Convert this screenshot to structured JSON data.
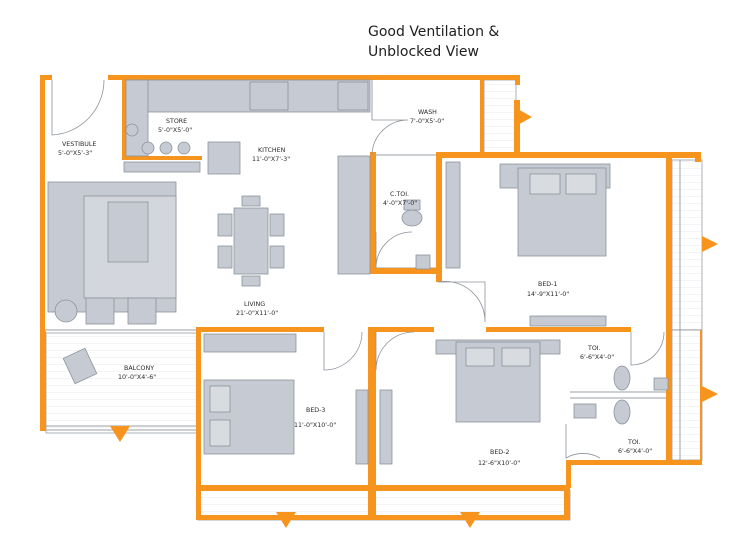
{
  "header": {
    "line1": "Good Ventilation &",
    "line2": "Unblocked View"
  },
  "rooms": {
    "vestibule": {
      "name": "VESTIBULE",
      "size": "5'-0\"X5'-3\""
    },
    "store": {
      "name": "STORE",
      "size": "5'-0\"X5'-0\""
    },
    "kitchen": {
      "name": "KITCHEN",
      "size": "11'-0\"X7'-3\""
    },
    "wash": {
      "name": "WASH",
      "size": "7'-0\"X5'-0\""
    },
    "ctoi": {
      "name": "C.TOI.",
      "size": "4'-0\"X7'-0\""
    },
    "bed1": {
      "name": "BED-1",
      "size": "14'-9\"X11'-0\""
    },
    "living": {
      "name": "LIVING",
      "size": "21'-0\"X11'-0\""
    },
    "balcony": {
      "name": "BALCONY",
      "size": "10'-0\"X4'-6\""
    },
    "bed3": {
      "name": "BED-3",
      "size": "11'-0\"X10'-0\""
    },
    "bed2": {
      "name": "BED-2",
      "size": "12'-6\"X10'-0\""
    },
    "toi1": {
      "name": "TOI.",
      "size": "6'-6\"X4'-0\""
    },
    "toi2": {
      "name": "TOI.",
      "size": "6'-6\"X4'-0\""
    }
  },
  "colors": {
    "wall": "#f7941d",
    "furniture": "#c6cbd3",
    "furniture_stroke": "#8c939b",
    "line": "#9aa0a6",
    "text": "#1e1e1e"
  },
  "icons": [
    "view-arrow-icon"
  ]
}
